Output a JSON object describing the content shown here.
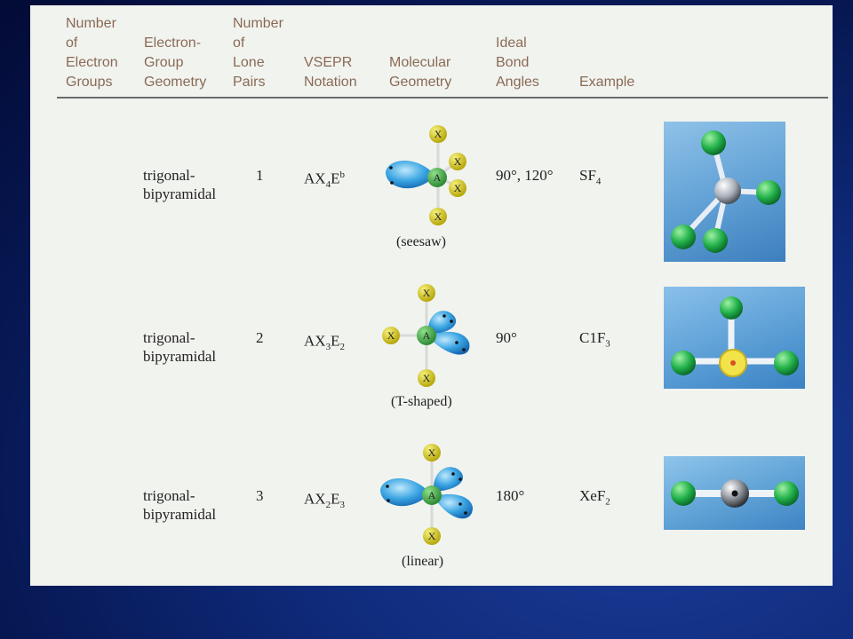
{
  "headers": {
    "groups": "Number\nof\nElectron\nGroups",
    "geometry": "Electron-\nGroup\nGeometry",
    "lone_pairs": "Number\nof\nLone\nPairs",
    "vsepr": "VSEPR\nNotation",
    "molecular": "Molecular\nGeometry",
    "angles": "Ideal\nBond\nAngles",
    "example": "Example"
  },
  "rows": [
    {
      "geometry": "trigonal-\nbipyramidal",
      "lone_pairs": "1",
      "notation": {
        "base": "AX",
        "sub1": "4",
        "mid": "E",
        "sub2": "",
        "sup": "b"
      },
      "shape": "(seesaw)",
      "angles": "90°, 120°",
      "example": {
        "base": "SF",
        "sub": "4"
      },
      "atom_labels": {
        "center": "A",
        "ligand": "X"
      }
    },
    {
      "geometry": "trigonal-\nbipyramidal",
      "lone_pairs": "2",
      "notation": {
        "base": "AX",
        "sub1": "3",
        "mid": "E",
        "sub2": "2",
        "sup": ""
      },
      "shape": "(T-shaped)",
      "angles": "90°",
      "example": {
        "base": "C1F",
        "sub": "3"
      },
      "atom_labels": {
        "center": "A",
        "ligand": "X"
      }
    },
    {
      "geometry": "trigonal-\nbipyramidal",
      "lone_pairs": "3",
      "notation": {
        "base": "AX",
        "sub1": "2",
        "mid": "E",
        "sub2": "3",
        "sup": ""
      },
      "shape": "(linear)",
      "angles": "180°",
      "example": {
        "base": "XeF",
        "sub": "2"
      },
      "atom_labels": {
        "center": "A",
        "ligand": "X"
      }
    }
  ]
}
